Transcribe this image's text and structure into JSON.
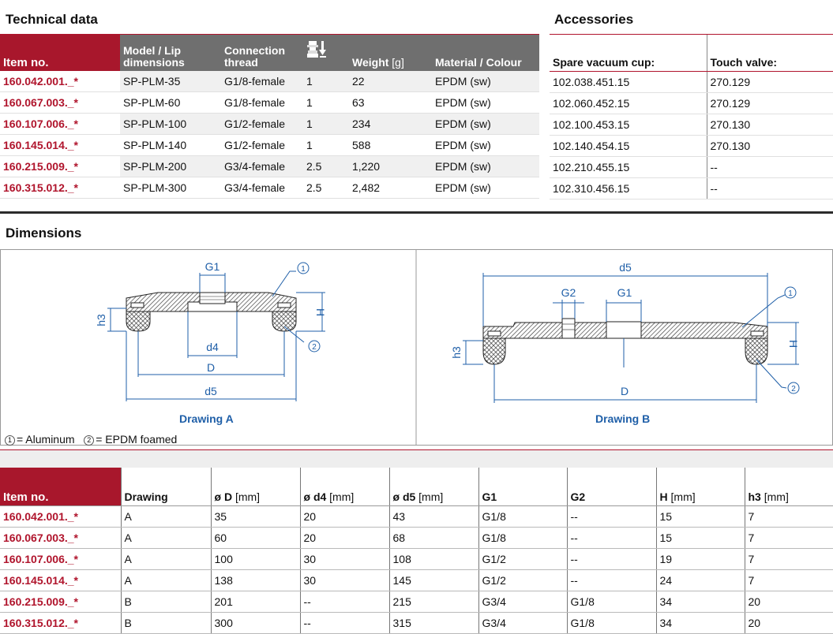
{
  "technical_data": {
    "title": "Technical data",
    "headers": {
      "item": "Item no.",
      "model": "Model / Lip dimensions",
      "thread": "Connection thread",
      "weight": "Weight",
      "weight_unit": "[g]",
      "material": "Material / Colour"
    },
    "icon": "suction-force-icon",
    "rows": [
      {
        "item": "160.042.001._*",
        "model": "SP-PLM-35",
        "thread": "G1/8-female",
        "qty": "1",
        "weight": "22",
        "material": "EPDM (sw)"
      },
      {
        "item": "160.067.003._*",
        "model": "SP-PLM-60",
        "thread": "G1/8-female",
        "qty": "1",
        "weight": "63",
        "material": "EPDM (sw)"
      },
      {
        "item": "160.107.006._*",
        "model": "SP-PLM-100",
        "thread": "G1/2-female",
        "qty": "1",
        "weight": "234",
        "material": "EPDM (sw)"
      },
      {
        "item": "160.145.014._*",
        "model": "SP-PLM-140",
        "thread": "G1/2-female",
        "qty": "1",
        "weight": "588",
        "material": "EPDM (sw)"
      },
      {
        "item": "160.215.009._*",
        "model": "SP-PLM-200",
        "thread": "G3/4-female",
        "qty": "2.5",
        "weight": "1,220",
        "material": "EPDM (sw)"
      },
      {
        "item": "160.315.012._*",
        "model": "SP-PLM-300",
        "thread": "G3/4-female",
        "qty": "2.5",
        "weight": "2,482",
        "material": "EPDM (sw)"
      }
    ]
  },
  "accessories": {
    "title": "Accessories",
    "headers": {
      "spare": "Spare vacuum cup:",
      "valve": "Touch valve:"
    },
    "rows": [
      {
        "spare": "102.038.451.15",
        "valve": "270.129"
      },
      {
        "spare": "102.060.452.15",
        "valve": "270.129"
      },
      {
        "spare": "102.100.453.15",
        "valve": "270.130"
      },
      {
        "spare": "102.140.454.15",
        "valve": "270.130"
      },
      {
        "spare": "102.210.455.15",
        "valve": "--"
      },
      {
        "spare": "102.310.456.15",
        "valve": "--"
      }
    ]
  },
  "dimensions": {
    "title": "Dimensions",
    "drawing_a": {
      "caption": "Drawing A",
      "labels": {
        "g1": "G1",
        "d4": "d4",
        "d": "D",
        "d5": "d5",
        "h": "H",
        "h3": "h3",
        "c1": "1",
        "c2": "2"
      }
    },
    "drawing_b": {
      "caption": "Drawing B",
      "labels": {
        "d5": "d5",
        "g2": "G2",
        "g1": "G1",
        "d": "D",
        "h": "H",
        "h3": "h3",
        "c1": "1",
        "c2": "2"
      }
    },
    "legend": {
      "n1": "1",
      "m1": "= Aluminum",
      "n2": "2",
      "m2": "= EPDM foamed"
    },
    "table": {
      "headers": [
        {
          "b": "Item no.",
          "u": ""
        },
        {
          "b": "Drawing",
          "u": ""
        },
        {
          "b": "ø D",
          "u": " [mm]"
        },
        {
          "b": "ø d4",
          "u": " [mm]"
        },
        {
          "b": "ø d5",
          "u": " [mm]"
        },
        {
          "b": "G1",
          "u": ""
        },
        {
          "b": "G2",
          "u": ""
        },
        {
          "b": "H",
          "u": " [mm]"
        },
        {
          "b": "h3",
          "u": " [mm]"
        }
      ],
      "rows": [
        [
          "160.042.001._*",
          "A",
          "35",
          "20",
          "43",
          "G1/8",
          "--",
          "15",
          "7"
        ],
        [
          "160.067.003._*",
          "A",
          "60",
          "20",
          "68",
          "G1/8",
          "--",
          "15",
          "7"
        ],
        [
          "160.107.006._*",
          "A",
          "100",
          "30",
          "108",
          "G1/2",
          "--",
          "19",
          "7"
        ],
        [
          "160.145.014._*",
          "A",
          "138",
          "30",
          "145",
          "G1/2",
          "--",
          "24",
          "7"
        ],
        [
          "160.215.009._*",
          "B",
          "201",
          "--",
          "215",
          "G3/4",
          "G1/8",
          "34",
          "20"
        ],
        [
          "160.315.012._*",
          "B",
          "300",
          "--",
          "315",
          "G3/4",
          "G1/8",
          "34",
          "20"
        ]
      ]
    }
  }
}
